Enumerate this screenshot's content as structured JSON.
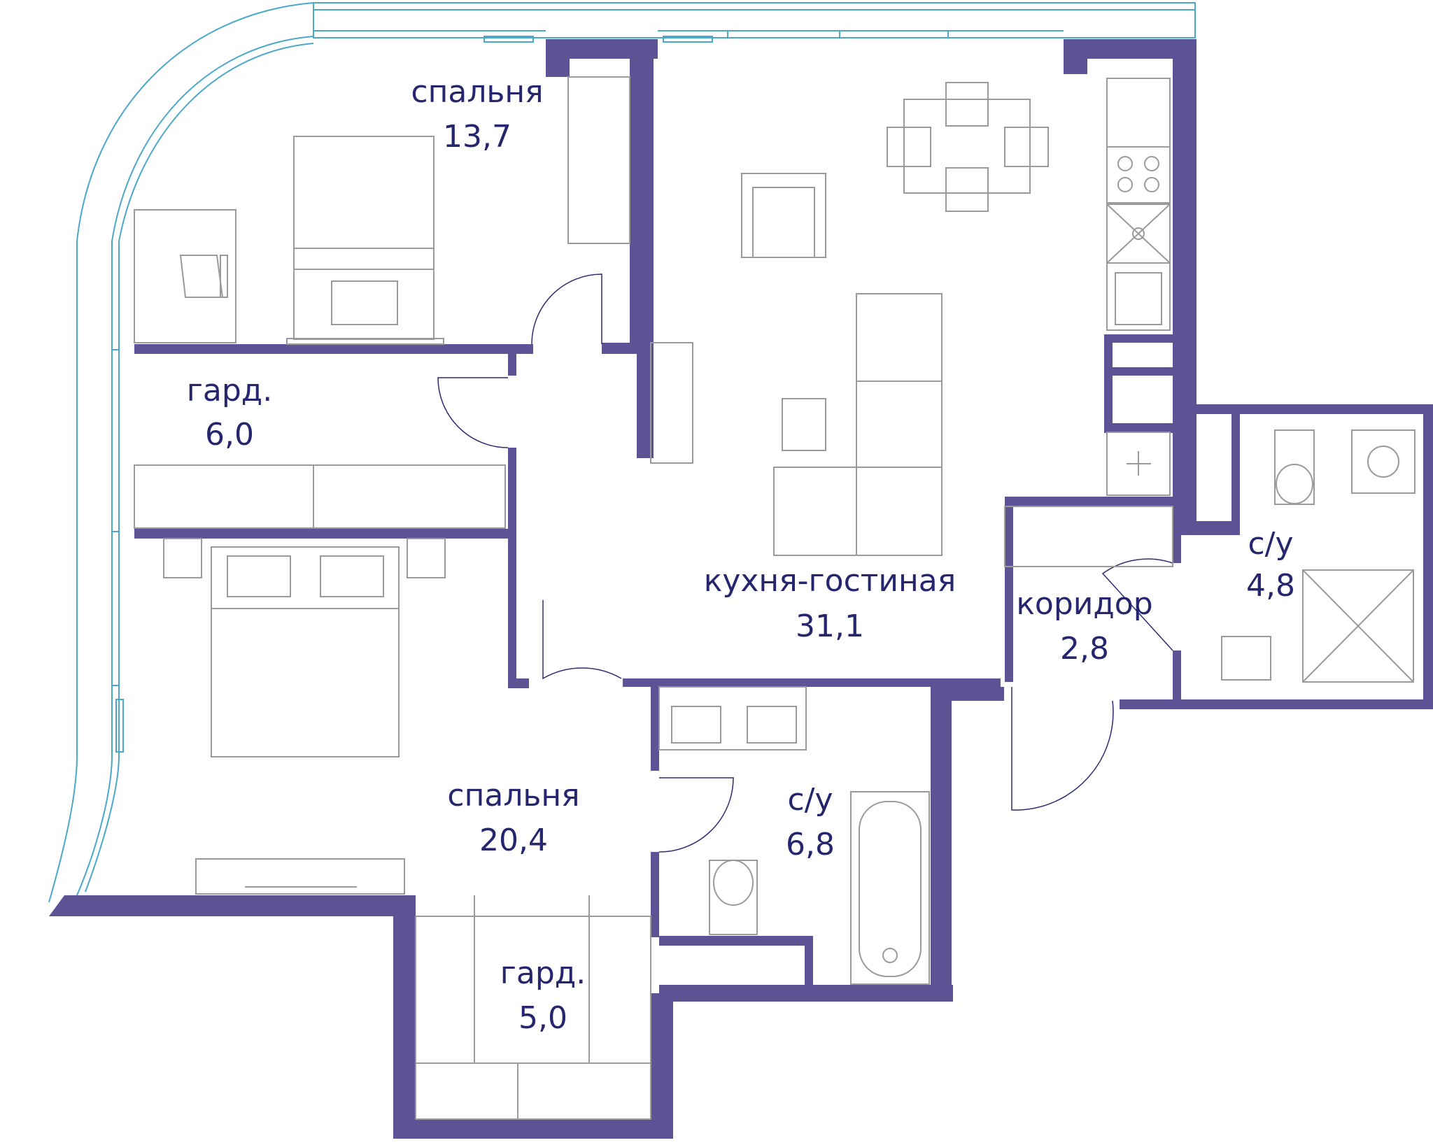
{
  "colors": {
    "wall": "#5c5494",
    "label": "#26266e",
    "window": "#4aa8c8",
    "furniture": "#9a9a9a",
    "background": "#ffffff"
  },
  "rooms": {
    "bedroom_small": {
      "name": "спальня",
      "area": "13,7"
    },
    "wardrobe_upper": {
      "name": "гард.",
      "area": "6,0"
    },
    "kitchen_living": {
      "name": "кухня-гостиная",
      "area": "31,1"
    },
    "corridor": {
      "name": "коридор",
      "area": "2,8"
    },
    "bathroom_small": {
      "name": "с/у",
      "area": "4,8"
    },
    "bedroom_large": {
      "name": "спальня",
      "area": "20,4"
    },
    "bathroom_large": {
      "name": "с/у",
      "area": "6,8"
    },
    "wardrobe_lower": {
      "name": "гард.",
      "area": "5,0"
    }
  },
  "icons": [
    "bed-icon",
    "double-bed-icon",
    "sofa-icon",
    "dining-table-icon",
    "armchair-icon",
    "stove-icon",
    "sink-icon",
    "toilet-icon",
    "bathtub-icon",
    "shower-icon",
    "washing-machine-icon",
    "desk-icon",
    "door-icon",
    "window-icon"
  ]
}
